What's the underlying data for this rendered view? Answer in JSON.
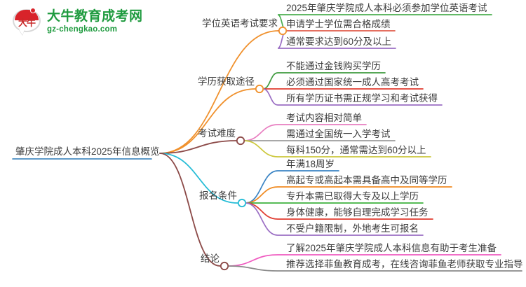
{
  "logo": {
    "icon": "speech-bubble-logo",
    "mark_text": "大牛",
    "title": "大牛教育成考网",
    "subtitle": "gz-chengkao.com",
    "brand_color": "#1f9b3f",
    "mark_color": "#d8232a"
  },
  "mindmap": {
    "root": {
      "label": "肇庆学院成人本科2025年信息概览",
      "color": "#2878b5"
    },
    "branches": [
      {
        "label": "学位英语考试要求",
        "color": "#f0912d",
        "node_color": "#f0912d",
        "children": [
          {
            "label": "2025年肇庆学院成人本科必须参加学位英语考试",
            "color": "#4caf50"
          },
          {
            "label": "申请学士学位需合格成绩",
            "color": "#e05c4b"
          },
          {
            "label": "通常要求达到60分及以上",
            "color": "#9b6fc4"
          }
        ]
      },
      {
        "label": "学历获取途径",
        "color": "#f0912d",
        "node_color": "#f0912d",
        "children": [
          {
            "label": "不能通过金钱购买学历",
            "color": "#3f9b3f"
          },
          {
            "label": "必须通过国家统一成人高考考试",
            "color": "#e03b2f"
          },
          {
            "label": "所有学历证书需正规学习和考试获得",
            "color": "#9b6fc4"
          }
        ]
      },
      {
        "label": "考试难度",
        "color": "#8c4a48",
        "node_color": "#8c4a48",
        "children": [
          {
            "label": "考试内容相对简单",
            "color": "#e87ec0"
          },
          {
            "label": "需通过全国统一入学考试",
            "color": "#9c9c9c"
          },
          {
            "label": "每科150分，通常需达到60分以上",
            "color": "#ccc83c"
          }
        ]
      },
      {
        "label": "报名条件",
        "color": "#25bcd6",
        "node_color": "#25bcd6",
        "children": [
          {
            "label": "年满18周岁",
            "color": "#3b84c4"
          },
          {
            "label": "高起专或高起本需具备高中及同等学历",
            "color": "#f08a20"
          },
          {
            "label": "专升本需已取得大专及以上学历",
            "color": "#3fb33f"
          },
          {
            "label": "身体健康，能够自理完成学习任务",
            "color": "#e03b2f"
          },
          {
            "label": "不受户籍限制，外地考生可报名",
            "color": "#9b6fc4"
          }
        ]
      },
      {
        "label": "结论",
        "color": "#8c4a48",
        "node_color": "#8c4a48",
        "children": [
          {
            "label": "了解2025年肇庆学院成人本科信息有助于考生准备",
            "color": "#ef5bc0"
          },
          {
            "label": "推荐选择菲鱼教育成考，在线咨询菲鱼老师获取专业指导",
            "color": "#8a8a8a"
          }
        ]
      }
    ]
  }
}
